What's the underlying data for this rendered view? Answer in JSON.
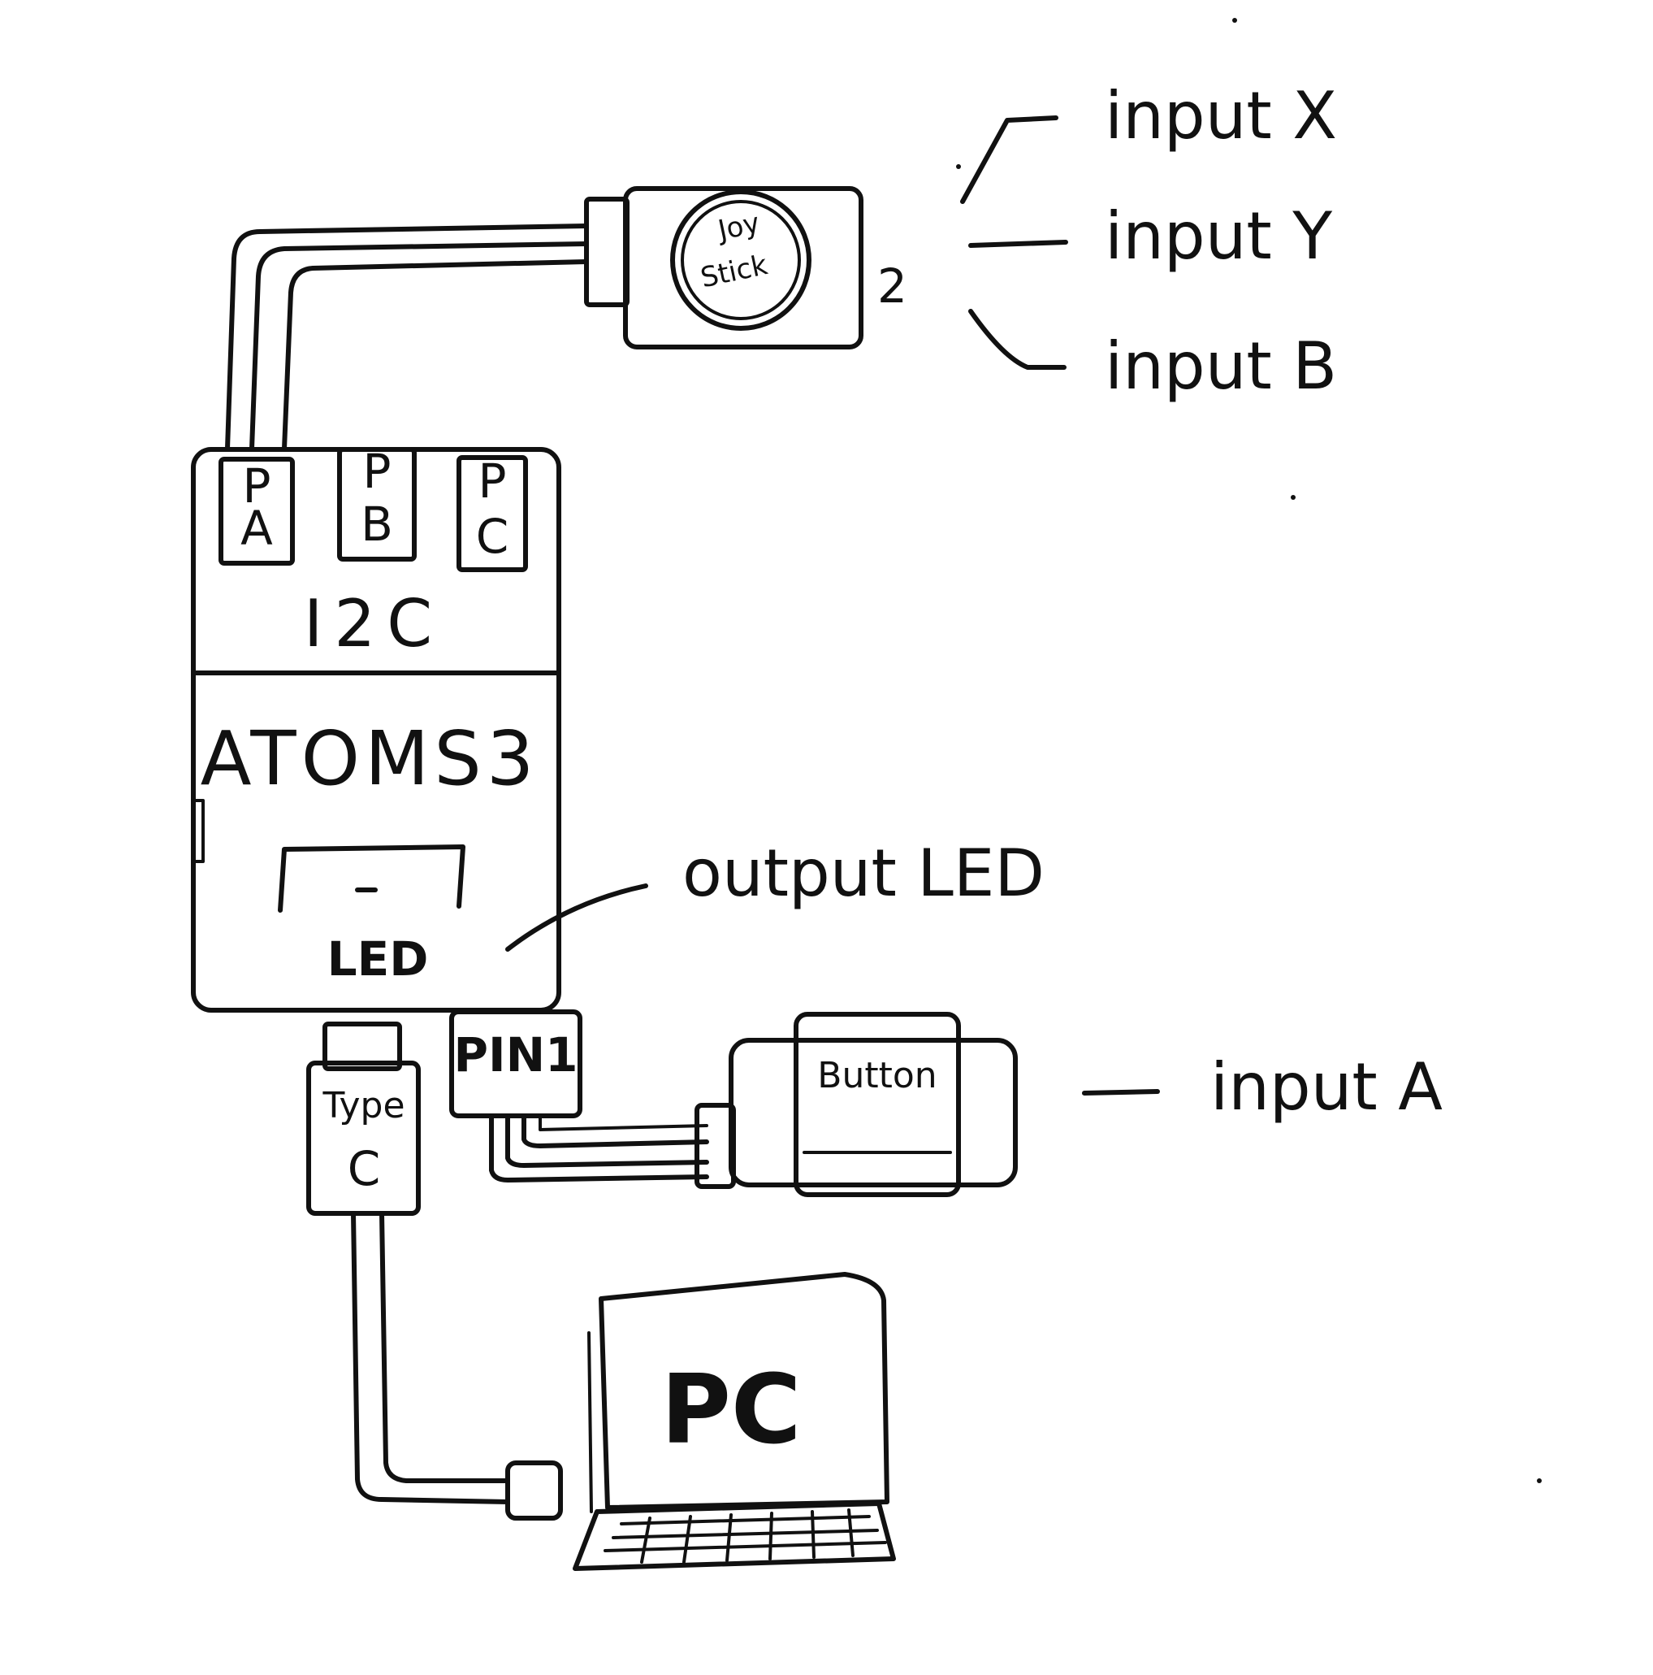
{
  "diagram": {
    "joystick": {
      "line1": "Joy",
      "line2": "Stick",
      "suffix": "2"
    },
    "joystick_outputs": [
      "input X",
      "input Y",
      "input B"
    ],
    "ports": {
      "pa_top": "P",
      "pa_bottom": "A",
      "pb_top": "P",
      "pb_bottom": "B",
      "pc_top": "P",
      "pc_bottom": "C"
    },
    "bus_label": "I2C",
    "controller_label": "ATOMS3",
    "led_label": "LED",
    "led_output": "output LED",
    "pin_connector": "PIN1",
    "button_label": "Button",
    "button_output": "input A",
    "usb_line1": "Type",
    "usb_line2": "C",
    "pc_label": "PC"
  }
}
